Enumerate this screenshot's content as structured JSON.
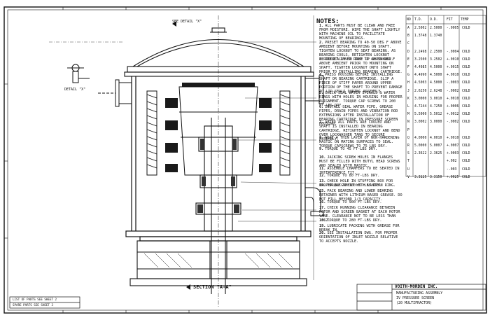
{
  "drawing": {
    "detail_callout": "SEE DETAIL \"X\"",
    "detail_label": "DETAIL \"X\"",
    "section_label": "SECTION \"A-A\"",
    "notes_title": "NOTES:",
    "notes": [
      {
        "n": "1.",
        "text": "ALL PARTS MUST BE CLEAN AND FREE FROM MOISTURE. WIPE THE SHAFT LIGHTLY WITH MACHINE OIL TO FACILITATE MOUNTING OF BEARINGS."
      },
      {
        "n": "2.",
        "text": "PRESET BEARING TO 40-50 DEG F ABOVE AMBIENT BEFORE MOUNTING ON SHAFT. TIGHTEN LOCKNUT TO SEAT BEARING. AS BEARING COOLS, RETIGHTEN LOCKNUT PERIODICALLY TO TAKE UP SHRINKAGE."
      },
      {
        "n": "3.",
        "text": "PRESET INNER RACE TO 40-50 DEG F ABOVE AMBIENT PRIOR TO MOUNTING ON SHAFT. TIGHTEN LOCKNUT ONTO SHAFT PRIOR TO INSTALLING BEARING CARTRIDGE."
      },
      {
        "n": "4.",
        "text": "PRESS HOUSING BEFORE INSTALLING SHAFT OR BEARING CARTRIDGE. SLIP A PIECE OF STIFF PAPER AROUND UPPER PORTION OF THE SHAFT TO PREVENT DAMAGE TO LIP SEALS DURING ASSEMBLY."
      },
      {
        "n": "5.",
        "text": "CHECK SEAL WATER SPIRALS & WATER RINGS WITH HOLES IN HOUSING FOR PROPER ALIGNMENT. TORQUE CAP SCREWS TO 200 FT-LBS DRY."
      },
      {
        "n": "6.",
        "text": "INSTALL SEAL WATER PIPE, GREASE PIPES, DRAIN PIPES AND VIBRATION ROD EXTENSIONS AFTER INSTALLATION OF BEARING CARTRIDGE IN PRESSURE SCREEN HOUSING."
      },
      {
        "n": "7.",
        "text": "AFTER ALL PARTS ARE COOLED AND SHAFT IS INSTALLED IN BEARING CARTRIDGE, RETIGHTEN LOCKNUT AND BEND OVER LOCKWASHER TANG TO SECURE ASSEMBLY."
      },
      {
        "n": "8.",
        "text": "WIPE A THIN LAYER OF NON-HARDENING MASTIC ON MATING SURFACES TO SEAL. TORQUE CAPSCREWS TO 75 LBS DRY."
      },
      {
        "n": "9.",
        "text": "TORQUE TO 45 FT-LBS DRY."
      },
      {
        "n": "10.",
        "text": "JACKING SCREW HOLES IN FLANGES MUST BE FILLED WITH BUTYL HEAD SCREWS AND SEALED WITH MASTIC."
      },
      {
        "n": "11.",
        "text": "ASSEMBLE CHAMFERS TO BE SEATED IN INTERFERENCE FIT."
      },
      {
        "n": "12.",
        "text": "TORQUE TO 80 FT-LBS DRY."
      },
      {
        "n": "13.",
        "text": "CHECK HOLE IN STUFFING BOX FOR PROPER ALIGNMENT WITH LANTERN RING."
      },
      {
        "n": "14.",
        "text": "TORQUE TO 100 FT-LBS DRY."
      },
      {
        "n": "15.",
        "text": "PACK BEARING AND LOWER BEARING RETAINER WITH LITHIUM BASED GREASE. DO NOT FILL BEYOND 1/3 CAPACITY."
      },
      {
        "n": "16.",
        "text": "TORQUE TO 900 FT-LBS DRY."
      },
      {
        "n": "17.",
        "text": "CHECK RUNNING CLEARANCE BETWEEN ROTOR AND SCREEN BASKET AT EACH ROTOR VANE. CLEARANCE NOT TO BE LESS THAN .062."
      },
      {
        "n": "18.",
        "text": "TORQUE TO 280 FT-LBS DRY."
      },
      {
        "n": "19.",
        "text": "LUBRICATE PACKING WITH GREASE FOR BREAK IN."
      },
      {
        "n": "20.",
        "text": "SEE INSTALLATION DWG. FOR PROPER ORIENTATION OF INLET NOZZLE RELATIVE TO ACCEPTS NOZZLE."
      }
    ],
    "bottom_left_notes": [
      "LIST OF PARTS SEE SHEET 2",
      "SPARE PARTS SEE SHEET 3"
    ]
  },
  "fit_table": {
    "headers": [
      "NO",
      "T.D.",
      "O.D.",
      "FIT",
      "TEMP"
    ],
    "rows": [
      {
        "id": "A",
        "td": "2.5002",
        "od": "2.5000",
        "fit": "-.0005",
        "temp": "COLD"
      },
      {
        "id": "B",
        "td": "1.3748",
        "od": "1.3740",
        "fit": "",
        "temp": ""
      },
      {
        "id": "C",
        "td": "",
        "od": "",
        "fit": "",
        "temp": ""
      },
      {
        "id": "D",
        "td": "2.2498",
        "od": "2.2500",
        "fit": "-.0004",
        "temp": "COLD"
      },
      {
        "id": "E",
        "td": "3.2500",
        "od": "3.2502",
        "fit": "+.0010",
        "temp": "COLD"
      },
      {
        "id": "F",
        "td": "4.4985",
        "od": "4.5000",
        "fit": "+.0015",
        "temp": "COLD"
      },
      {
        "id": "G",
        "td": "4.4990",
        "od": "4.5000",
        "fit": "+.0010",
        "temp": "COLD"
      },
      {
        "id": "H",
        "td": "4.5003",
        "od": "4.5000",
        "fit": "-.0003",
        "temp": "COLD"
      },
      {
        "id": "J",
        "td": "2.6250",
        "od": "2.6248",
        "fit": "-.0002",
        "temp": "COLD"
      },
      {
        "id": "K",
        "td": "3.0000",
        "od": "3.0010",
        "fit": "+.0010",
        "temp": "COLD"
      },
      {
        "id": "L",
        "td": "4.7244",
        "od": "4.7250",
        "fit": "+.0006",
        "temp": "COLD"
      },
      {
        "id": "M",
        "td": "5.5000",
        "od": "5.5012",
        "fit": "+.0012",
        "temp": "COLD"
      },
      {
        "id": "N",
        "td": "3.0002",
        "od": "3.0000",
        "fit": "-.0002",
        "temp": "COLD"
      },
      {
        "id": "P",
        "td": "",
        "od": "",
        "fit": "",
        "temp": ""
      },
      {
        "id": "Q",
        "td": "4.0000",
        "od": "4.0010",
        "fit": "+.0010",
        "temp": "COLD"
      },
      {
        "id": "R",
        "td": "5.0000",
        "od": "5.0007",
        "fit": "+.0007",
        "temp": "COLD"
      },
      {
        "id": "S",
        "td": "2.3622",
        "od": "2.3625",
        "fit": "+.0003",
        "temp": "COLD"
      },
      {
        "id": "T",
        "td": "",
        "od": "",
        "fit": "+.002",
        "temp": "COLD"
      },
      {
        "id": "U",
        "td": "",
        "od": "",
        "fit": "-.003",
        "temp": "COLD"
      },
      {
        "id": "V",
        "td": "3.3125",
        "od": "3.3150",
        "fit": "+.0025",
        "temp": "COLD"
      }
    ]
  },
  "title_block": {
    "company": "VOITH-MORDEN INC.",
    "title_lines": [
      "MANUFACTURING ASSEMBLY",
      "IV PRESSURE SCREEN",
      "(20 MULTIFRACTOR)"
    ]
  }
}
